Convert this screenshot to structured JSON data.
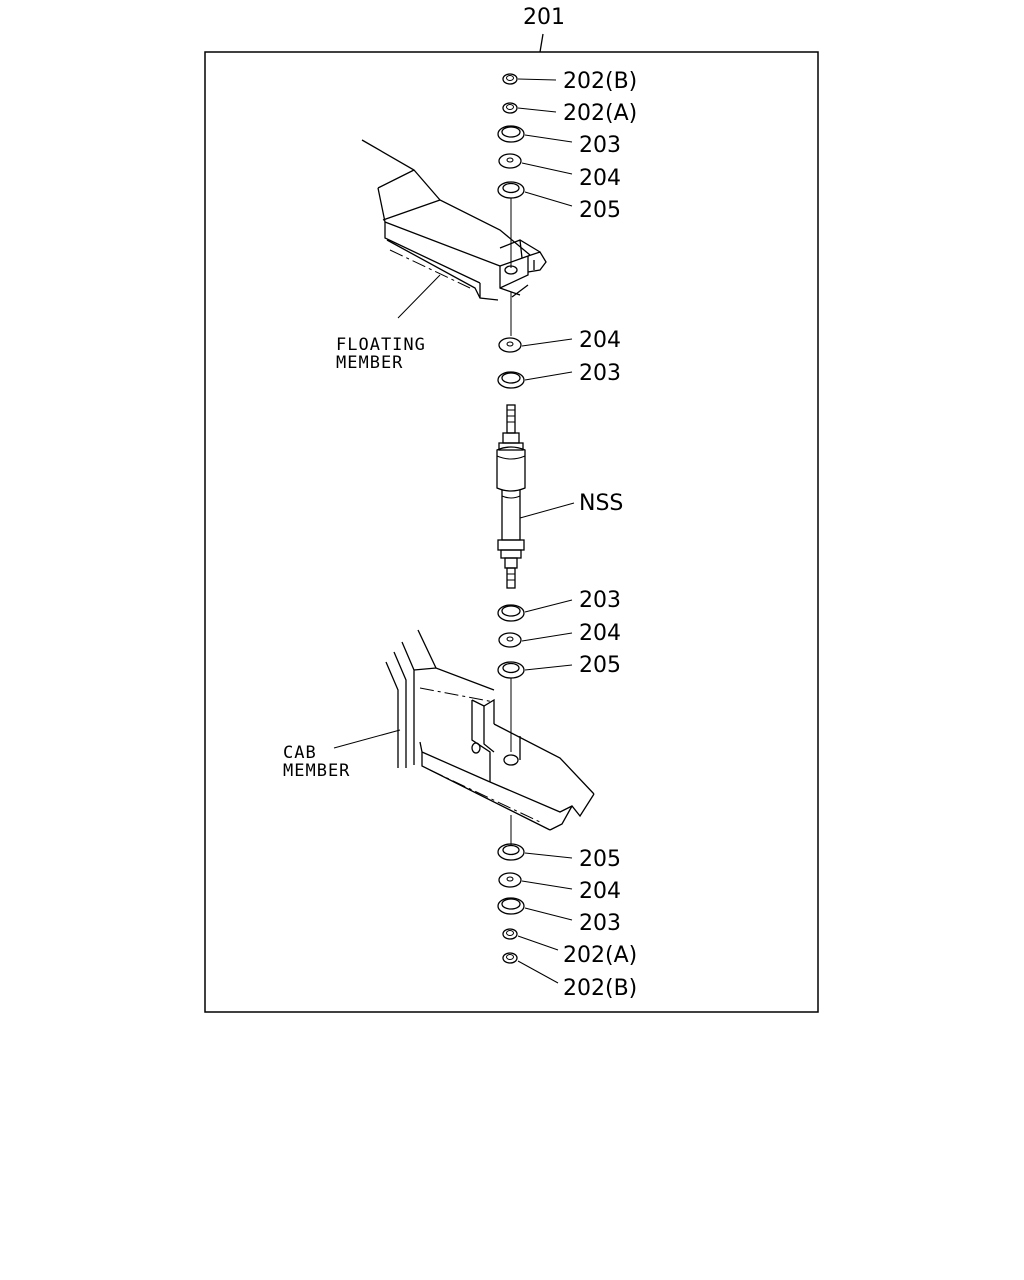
{
  "assembly_label": "201",
  "parts": {
    "top_202b": "202(B)",
    "top_202a": "202(A)",
    "top_203": "203",
    "top_204": "204",
    "top_205": "205",
    "mid_204": "204",
    "mid_203": "203",
    "nss": "NSS",
    "low_203": "203",
    "low_204": "204",
    "low_205": "205",
    "bot_205": "205",
    "bot_204": "204",
    "bot_203": "203",
    "bot_202a": "202(A)",
    "bot_202b": "202(B)"
  },
  "floating_member": {
    "line1": "FLOATING",
    "line2": "MEMBER"
  },
  "cab_member": {
    "line1": "CAB",
    "line2": "MEMBER"
  }
}
